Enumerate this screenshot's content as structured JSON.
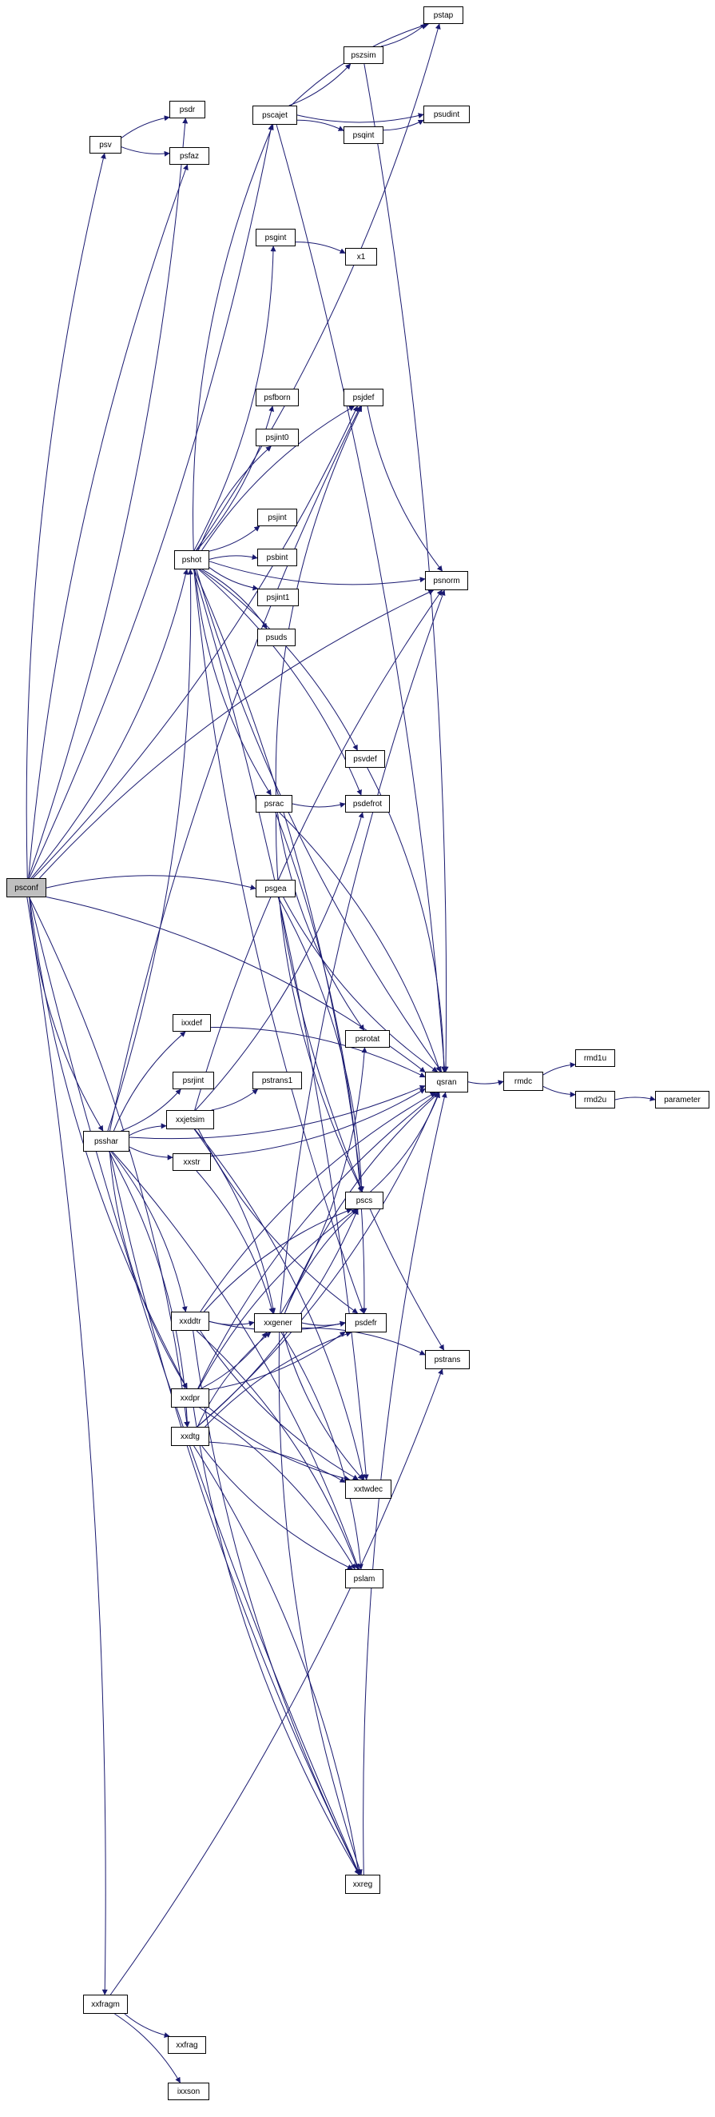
{
  "colors": {
    "edge": "#191970",
    "node_border": "#000000",
    "node_fill": "#ffffff",
    "root_fill": "#bfbfbf"
  },
  "nodes": {
    "psconf": "psconf",
    "psv": "psv",
    "psdr": "psdr",
    "psfaz": "psfaz",
    "pscajet": "pscajet",
    "pstap": "pstap",
    "pszsim": "pszsim",
    "psqint": "psqint",
    "psudint": "psudint",
    "psgint": "psgint",
    "x1": "x1",
    "psjdef": "psjdef",
    "psfborn": "psfborn",
    "psjint0": "psjint0",
    "pshot": "pshot",
    "psjint": "psjint",
    "psbint": "psbint",
    "psjint1": "psjint1",
    "psuds": "psuds",
    "psnorm": "psnorm",
    "psvdef": "psvdef",
    "psrac": "psrac",
    "psdefrot": "psdefrot",
    "psgea": "psgea",
    "ixxdef": "ixxdef",
    "psrotat": "psrotat",
    "psrjint": "psrjint",
    "pstrans1": "pstrans1",
    "xxjetsim": "xxjetsim",
    "qsran": "qsran",
    "rmdc": "rmdc",
    "rmd1u": "rmd1u",
    "rmd2u": "rmd2u",
    "parameter": "parameter",
    "psshar": "psshar",
    "xxstr": "xxstr",
    "pscs": "pscs",
    "xxddtr": "xxddtr",
    "xxgener": "xxgener",
    "psdefr": "psdefr",
    "pstrans": "pstrans",
    "xxdpr": "xxdpr",
    "xxdtg": "xxdtg",
    "xxtwdec": "xxtwdec",
    "pslam": "pslam",
    "xxreg": "xxreg",
    "xxfragm": "xxfragm",
    "xxfrag": "xxfrag",
    "ixxson": "ixxson"
  },
  "edges": [
    [
      "psconf",
      "psv"
    ],
    [
      "psconf",
      "psdr"
    ],
    [
      "psconf",
      "psfaz"
    ],
    [
      "psconf",
      "pscajet"
    ],
    [
      "psconf",
      "psnorm"
    ],
    [
      "psconf",
      "pshot"
    ],
    [
      "psconf",
      "psgea"
    ],
    [
      "psconf",
      "psshar"
    ],
    [
      "psconf",
      "qsran"
    ],
    [
      "psconf",
      "xxdpr"
    ],
    [
      "psconf",
      "xxdtg"
    ],
    [
      "psconf",
      "xxreg"
    ],
    [
      "psconf",
      "xxfragm"
    ],
    [
      "psconf",
      "psjdef"
    ],
    [
      "psv",
      "psdr"
    ],
    [
      "psv",
      "psfaz"
    ],
    [
      "pscajet",
      "pstap"
    ],
    [
      "pscajet",
      "pszsim"
    ],
    [
      "pscajet",
      "psqint"
    ],
    [
      "pscajet",
      "psudint"
    ],
    [
      "pscajet",
      "qsran"
    ],
    [
      "pszsim",
      "pstap"
    ],
    [
      "pszsim",
      "qsran"
    ],
    [
      "psqint",
      "psudint"
    ],
    [
      "psgint",
      "x1"
    ],
    [
      "psjdef",
      "psnorm"
    ],
    [
      "pshot",
      "pscajet"
    ],
    [
      "pshot",
      "psgint"
    ],
    [
      "pshot",
      "psjdef"
    ],
    [
      "pshot",
      "psfborn"
    ],
    [
      "pshot",
      "psjint0"
    ],
    [
      "pshot",
      "psjint"
    ],
    [
      "pshot",
      "psbint"
    ],
    [
      "pshot",
      "psjint1"
    ],
    [
      "pshot",
      "psuds"
    ],
    [
      "pshot",
      "psnorm"
    ],
    [
      "pshot",
      "psvdef"
    ],
    [
      "pshot",
      "psrac"
    ],
    [
      "pshot",
      "psdefrot"
    ],
    [
      "pshot",
      "qsran"
    ],
    [
      "pshot",
      "pscs"
    ],
    [
      "pshot",
      "psdefr"
    ],
    [
      "pshot",
      "xxtwdec"
    ],
    [
      "pshot",
      "pstap"
    ],
    [
      "psvdef",
      "qsran"
    ],
    [
      "psrac",
      "psdefrot"
    ],
    [
      "psrac",
      "psjdef"
    ],
    [
      "psrac",
      "psrotat"
    ],
    [
      "psrac",
      "qsran"
    ],
    [
      "psrac",
      "pscs"
    ],
    [
      "psrac",
      "psdefr"
    ],
    [
      "psgea",
      "qsran"
    ],
    [
      "psgea",
      "pscs"
    ],
    [
      "psgea",
      "pstrans"
    ],
    [
      "ixxdef",
      "qsran"
    ],
    [
      "xxjetsim",
      "pstrans1"
    ],
    [
      "xxjetsim",
      "psnorm"
    ],
    [
      "xxjetsim",
      "psdefrot"
    ],
    [
      "xxjetsim",
      "xxgener"
    ],
    [
      "xxjetsim",
      "psdefr"
    ],
    [
      "xxjetsim",
      "xxtwdec"
    ],
    [
      "qsran",
      "rmdc"
    ],
    [
      "rmdc",
      "rmd1u"
    ],
    [
      "rmdc",
      "rmd2u"
    ],
    [
      "rmd2u",
      "parameter"
    ],
    [
      "psshar",
      "pshot"
    ],
    [
      "psshar",
      "ixxdef"
    ],
    [
      "psshar",
      "psrjint"
    ],
    [
      "psshar",
      "xxjetsim"
    ],
    [
      "psshar",
      "xxstr"
    ],
    [
      "psshar",
      "xxddtr"
    ],
    [
      "psshar",
      "xxdpr"
    ],
    [
      "psshar",
      "xxdtg"
    ],
    [
      "psshar",
      "xxreg"
    ],
    [
      "psshar",
      "psjdef"
    ],
    [
      "psshar",
      "qsran"
    ],
    [
      "psshar",
      "pslam"
    ],
    [
      "xxstr",
      "qsran"
    ],
    [
      "xxstr",
      "xxgener"
    ],
    [
      "xxddtr",
      "xxgener"
    ],
    [
      "xxddtr",
      "pscs"
    ],
    [
      "xxddtr",
      "psdefr"
    ],
    [
      "xxddtr",
      "qsran"
    ],
    [
      "xxddtr",
      "xxtwdec"
    ],
    [
      "xxddtr",
      "pslam"
    ],
    [
      "xxddtr",
      "xxreg"
    ],
    [
      "xxgener",
      "pscs"
    ],
    [
      "xxgener",
      "psrotat"
    ],
    [
      "xxgener",
      "qsran"
    ],
    [
      "xxgener",
      "psdefr"
    ],
    [
      "xxgener",
      "pstrans"
    ],
    [
      "xxgener",
      "xxtwdec"
    ],
    [
      "xxgener",
      "pslam"
    ],
    [
      "xxgener",
      "xxreg"
    ],
    [
      "xxgener",
      "psnorm"
    ],
    [
      "xxdpr",
      "xxgener"
    ],
    [
      "xxdpr",
      "pscs"
    ],
    [
      "xxdpr",
      "psdefr"
    ],
    [
      "xxdpr",
      "qsran"
    ],
    [
      "xxdpr",
      "xxtwdec"
    ],
    [
      "xxdpr",
      "pslam"
    ],
    [
      "xxdpr",
      "xxreg"
    ],
    [
      "xxdtg",
      "xxgener"
    ],
    [
      "xxdtg",
      "pscs"
    ],
    [
      "xxdtg",
      "psdefr"
    ],
    [
      "xxdtg",
      "qsran"
    ],
    [
      "xxdtg",
      "xxtwdec"
    ],
    [
      "xxdtg",
      "pslam"
    ],
    [
      "xxdtg",
      "xxreg"
    ],
    [
      "pscs",
      "qsran"
    ],
    [
      "xxreg",
      "qsran"
    ],
    [
      "xxfragm",
      "xxfrag"
    ],
    [
      "xxfragm",
      "ixxson"
    ],
    [
      "xxfragm",
      "pstrans"
    ]
  ]
}
